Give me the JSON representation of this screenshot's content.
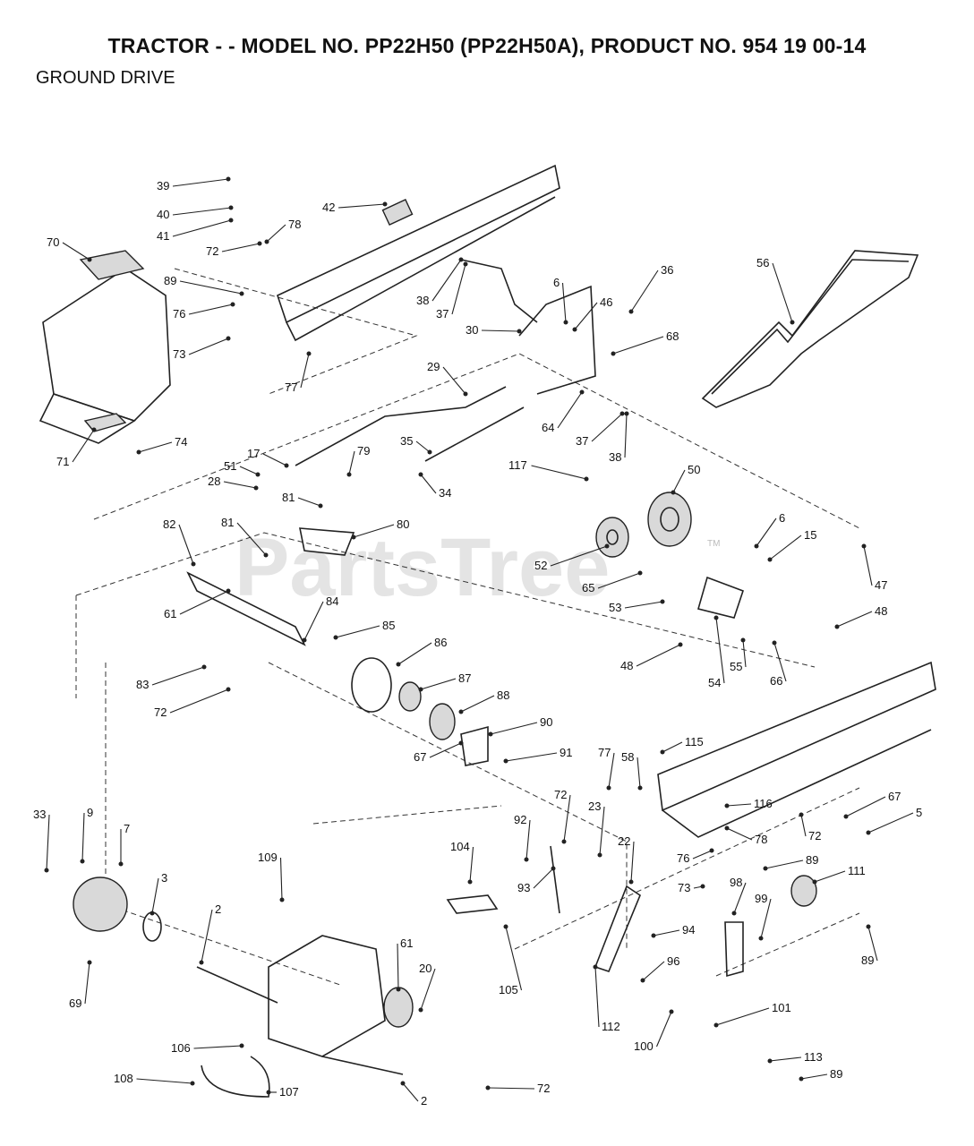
{
  "header": {
    "title": "TRACTOR - - MODEL NO. PP22H50 (PP22H50A), PRODUCT NO. 954 19 00-14",
    "subtitle": "GROUND DRIVE"
  },
  "watermark": {
    "text": "PartsTree",
    "tm": "TM"
  },
  "callouts": [
    "39",
    "40",
    "41",
    "42",
    "70",
    "72",
    "78",
    "89",
    "76",
    "73",
    "77",
    "38",
    "37",
    "6",
    "36",
    "56",
    "30",
    "46",
    "68",
    "29",
    "64",
    "37",
    "38",
    "71",
    "74",
    "35",
    "34",
    "17",
    "79",
    "51",
    "28",
    "81",
    "117",
    "50",
    "80",
    "82",
    "81",
    "6",
    "15",
    "52",
    "65",
    "47",
    "61",
    "53",
    "48",
    "84",
    "85",
    "54",
    "55",
    "66",
    "48",
    "86",
    "83",
    "87",
    "88",
    "72",
    "90",
    "67",
    "91",
    "115",
    "77",
    "58",
    "116",
    "67",
    "5",
    "78",
    "72",
    "92",
    "72",
    "23",
    "33",
    "9",
    "7",
    "104",
    "22",
    "76",
    "109",
    "93",
    "89",
    "111",
    "98",
    "99",
    "73",
    "3",
    "94",
    "2",
    "61",
    "20",
    "105",
    "96",
    "89",
    "69",
    "112",
    "101",
    "100",
    "106",
    "113",
    "89",
    "108",
    "107",
    "2",
    "72"
  ]
}
